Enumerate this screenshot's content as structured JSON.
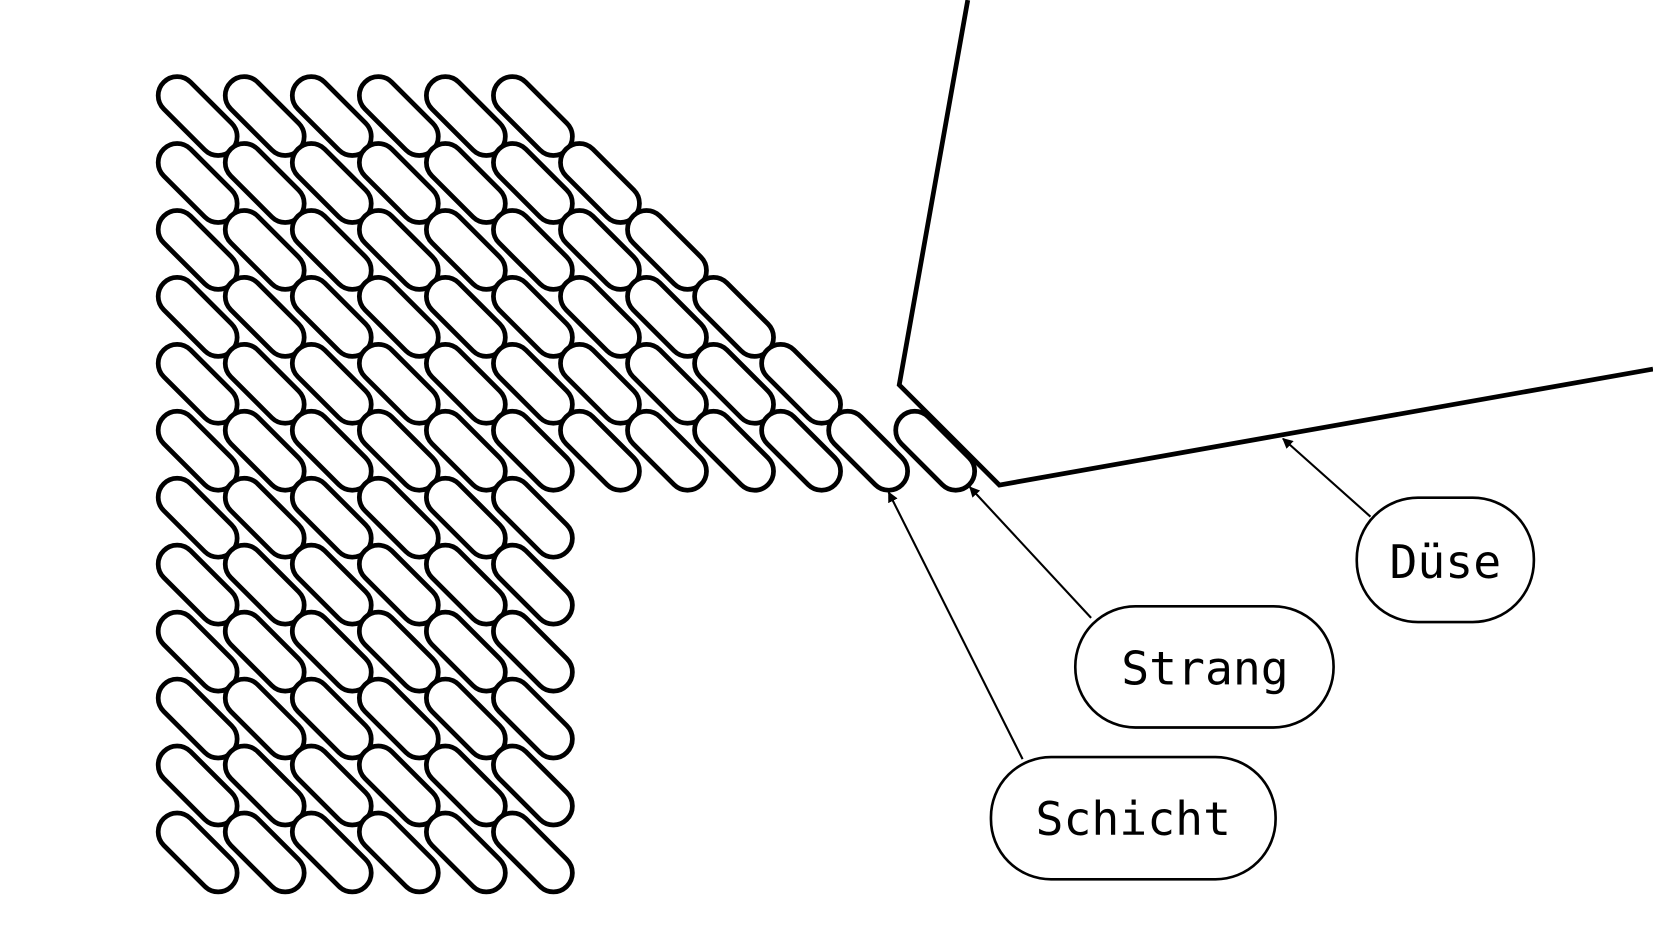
{
  "diagram": {
    "layer_row_capsule_counts": [
      6,
      7,
      8,
      9,
      10,
      12,
      6,
      6,
      6,
      6,
      6,
      6
    ],
    "labels": {
      "nozzle": "Düse",
      "strand": "Strang",
      "layer": "Schicht"
    },
    "colors": {
      "stroke": "#000000",
      "background": "#ffffff"
    }
  }
}
